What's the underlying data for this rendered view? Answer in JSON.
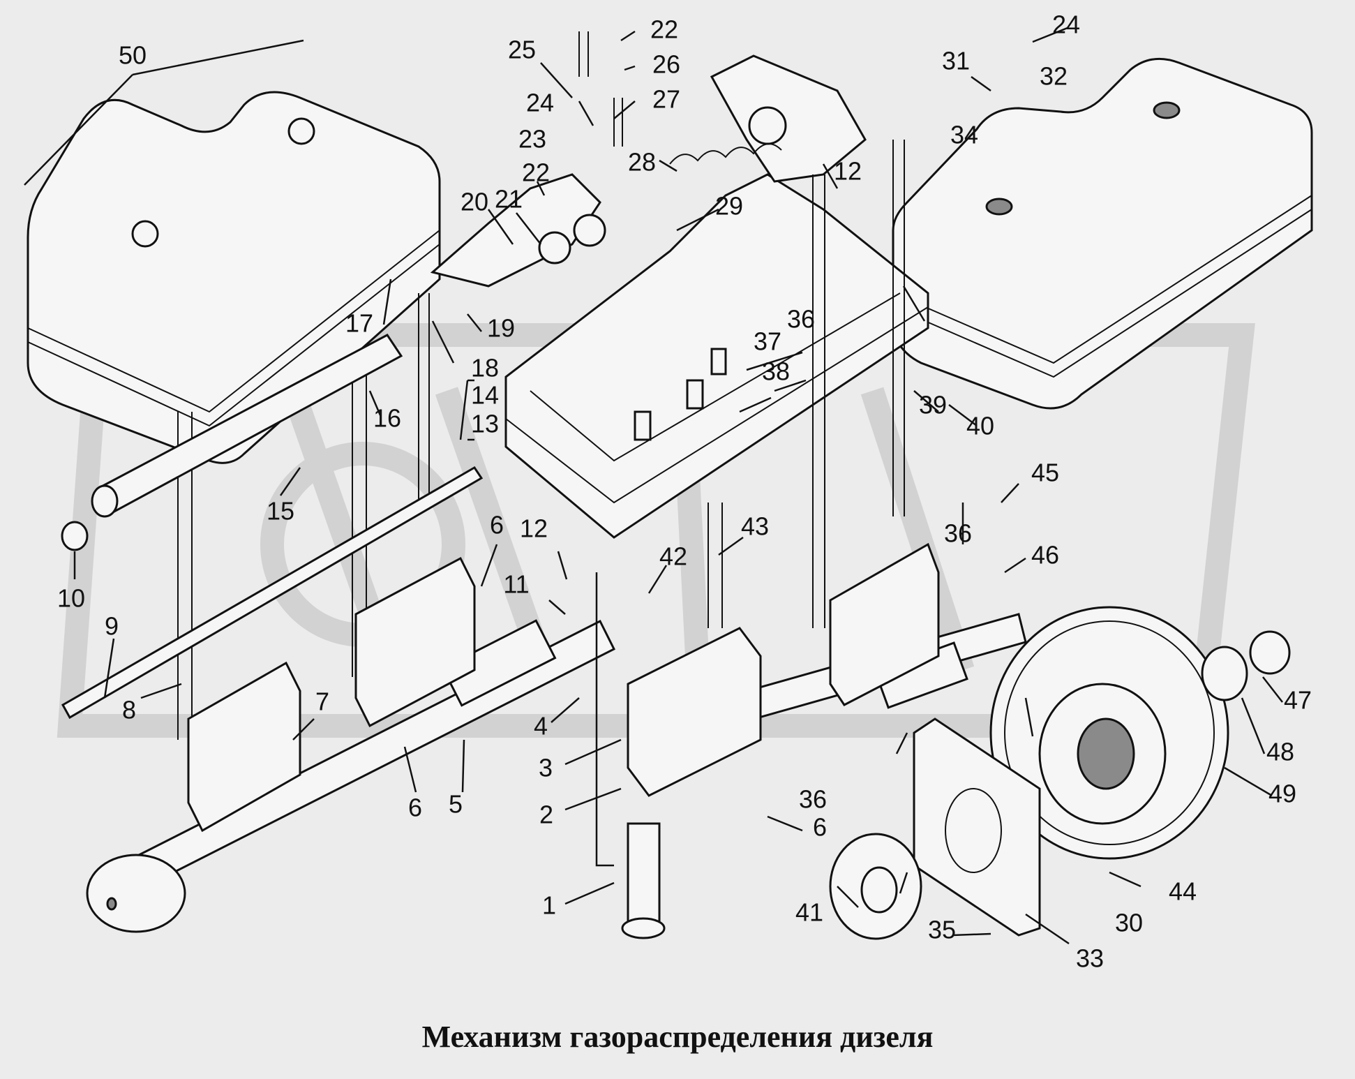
{
  "title": "Механизм газораспределения дизеля",
  "colors": {
    "background": "#ececec",
    "ink": "#111111",
    "watermark": "#d2d2d2"
  },
  "labels": [
    {
      "id": "1",
      "text": "1"
    },
    {
      "id": "2",
      "text": "2"
    },
    {
      "id": "3",
      "text": "3"
    },
    {
      "id": "4",
      "text": "4"
    },
    {
      "id": "5",
      "text": "5"
    },
    {
      "id": "6a",
      "text": "6"
    },
    {
      "id": "6b",
      "text": "6"
    },
    {
      "id": "6c",
      "text": "6"
    },
    {
      "id": "7",
      "text": "7"
    },
    {
      "id": "8",
      "text": "8"
    },
    {
      "id": "9",
      "text": "9"
    },
    {
      "id": "10",
      "text": "10"
    },
    {
      "id": "11",
      "text": "11"
    },
    {
      "id": "12a",
      "text": "12"
    },
    {
      "id": "12b",
      "text": "12"
    },
    {
      "id": "13",
      "text": "13"
    },
    {
      "id": "14",
      "text": "14"
    },
    {
      "id": "15",
      "text": "15"
    },
    {
      "id": "16",
      "text": "16"
    },
    {
      "id": "17",
      "text": "17"
    },
    {
      "id": "18",
      "text": "18"
    },
    {
      "id": "19",
      "text": "19"
    },
    {
      "id": "20",
      "text": "20"
    },
    {
      "id": "21",
      "text": "21"
    },
    {
      "id": "22a",
      "text": "22"
    },
    {
      "id": "22b",
      "text": "22"
    },
    {
      "id": "23",
      "text": "23"
    },
    {
      "id": "24a",
      "text": "24"
    },
    {
      "id": "24b",
      "text": "24"
    },
    {
      "id": "25",
      "text": "25"
    },
    {
      "id": "26",
      "text": "26"
    },
    {
      "id": "27",
      "text": "27"
    },
    {
      "id": "28",
      "text": "28"
    },
    {
      "id": "29",
      "text": "29"
    },
    {
      "id": "30",
      "text": "30"
    },
    {
      "id": "31",
      "text": "31"
    },
    {
      "id": "32",
      "text": "32"
    },
    {
      "id": "33",
      "text": "33"
    },
    {
      "id": "34",
      "text": "34"
    },
    {
      "id": "35",
      "text": "35"
    },
    {
      "id": "36a",
      "text": "36"
    },
    {
      "id": "36b",
      "text": "36"
    },
    {
      "id": "36c",
      "text": "36"
    },
    {
      "id": "37",
      "text": "37"
    },
    {
      "id": "38",
      "text": "38"
    },
    {
      "id": "39",
      "text": "39"
    },
    {
      "id": "40",
      "text": "40"
    },
    {
      "id": "41",
      "text": "41"
    },
    {
      "id": "42",
      "text": "42"
    },
    {
      "id": "43",
      "text": "43"
    },
    {
      "id": "44",
      "text": "44"
    },
    {
      "id": "45",
      "text": "45"
    },
    {
      "id": "46",
      "text": "46"
    },
    {
      "id": "47",
      "text": "47"
    },
    {
      "id": "48",
      "text": "48"
    },
    {
      "id": "49",
      "text": "49"
    },
    {
      "id": "50",
      "text": "50"
    }
  ]
}
